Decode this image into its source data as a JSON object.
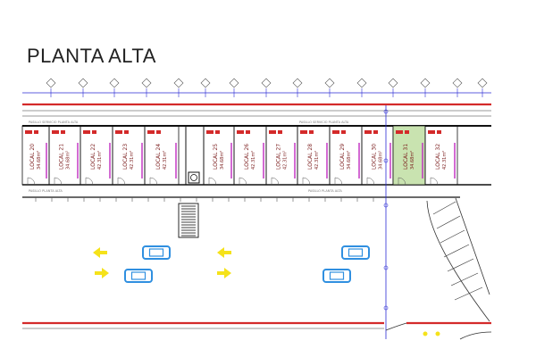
{
  "title": "PLANTA ALTA",
  "corridor_label": "PASILLO PLANTA ALTA",
  "service_corridor_label": "PASILLO SERVICIO PLANTA ALTA",
  "locals": [
    {
      "label": "LOCAL 20",
      "area": "34.68m²",
      "highlighted": false
    },
    {
      "label": "LOCAL 21",
      "area": "34.68m²",
      "highlighted": false
    },
    {
      "label": "LOCAL 22",
      "area": "42.31m²",
      "highlighted": false
    },
    {
      "label": "LOCAL 23",
      "area": "42.31m²",
      "highlighted": false
    },
    {
      "label": "LOCAL 24",
      "area": "42.31m²",
      "highlighted": false
    },
    {
      "label": "LOCAL 25",
      "area": "34.68m²",
      "highlighted": false
    },
    {
      "label": "LOCAL 26",
      "area": "42.31m²",
      "highlighted": false
    },
    {
      "label": "LOCAL 27",
      "area": "42.31m²",
      "highlighted": false
    },
    {
      "label": "LOCAL 28",
      "area": "42.31m²",
      "highlighted": false
    },
    {
      "label": "LOCAL 29",
      "area": "34.68m²",
      "highlighted": false
    },
    {
      "label": "LOCAL 30",
      "area": "34.68m²",
      "highlighted": false
    },
    {
      "label": "LOCAL 31",
      "area": "34.68m²",
      "highlighted": true
    },
    {
      "label": "LOCAL 32",
      "area": "42.31m²",
      "highlighted": false
    }
  ],
  "colors": {
    "wall_red": "#d42a2a",
    "partition_magenta": "#c02bc0",
    "highlight_green": "#c9e3b0",
    "dimension_blue": "#2a2ad4",
    "car_blue": "#2f8fe0",
    "arrow_yellow": "#f5e21a"
  }
}
